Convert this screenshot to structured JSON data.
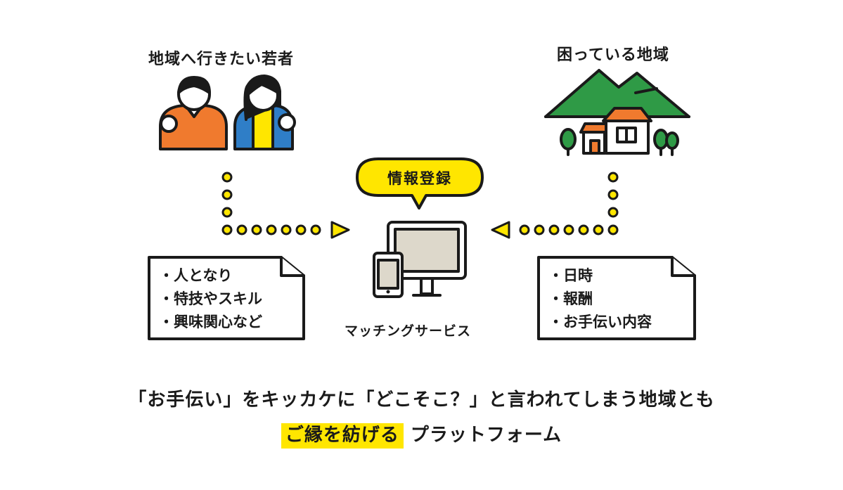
{
  "diagram": {
    "youth": {
      "title": "地域へ行きたい若者"
    },
    "region": {
      "title": "困っている地域"
    },
    "bubble": {
      "label": "情報登録"
    },
    "service": {
      "label": "マッチングサービス"
    },
    "youth_note": {
      "items": [
        "人となり",
        "特技やスキル",
        "興味関心など"
      ]
    },
    "region_note": {
      "items": [
        "日時",
        "報酬",
        "お手伝い内容"
      ]
    }
  },
  "tagline": {
    "line1": "「お手伝い」をキッカケに「どこそこ？」と言われてしまう地域とも",
    "highlight": "ご縁を紡げる",
    "line2_rest": "プラットフォーム"
  },
  "colors": {
    "accent_yellow": "#ffe600",
    "orange": "#f07a2e",
    "blue": "#2f7ec7",
    "green": "#2f9a46",
    "screen": "#ddd8cb",
    "outline": "#1a1a1a"
  }
}
